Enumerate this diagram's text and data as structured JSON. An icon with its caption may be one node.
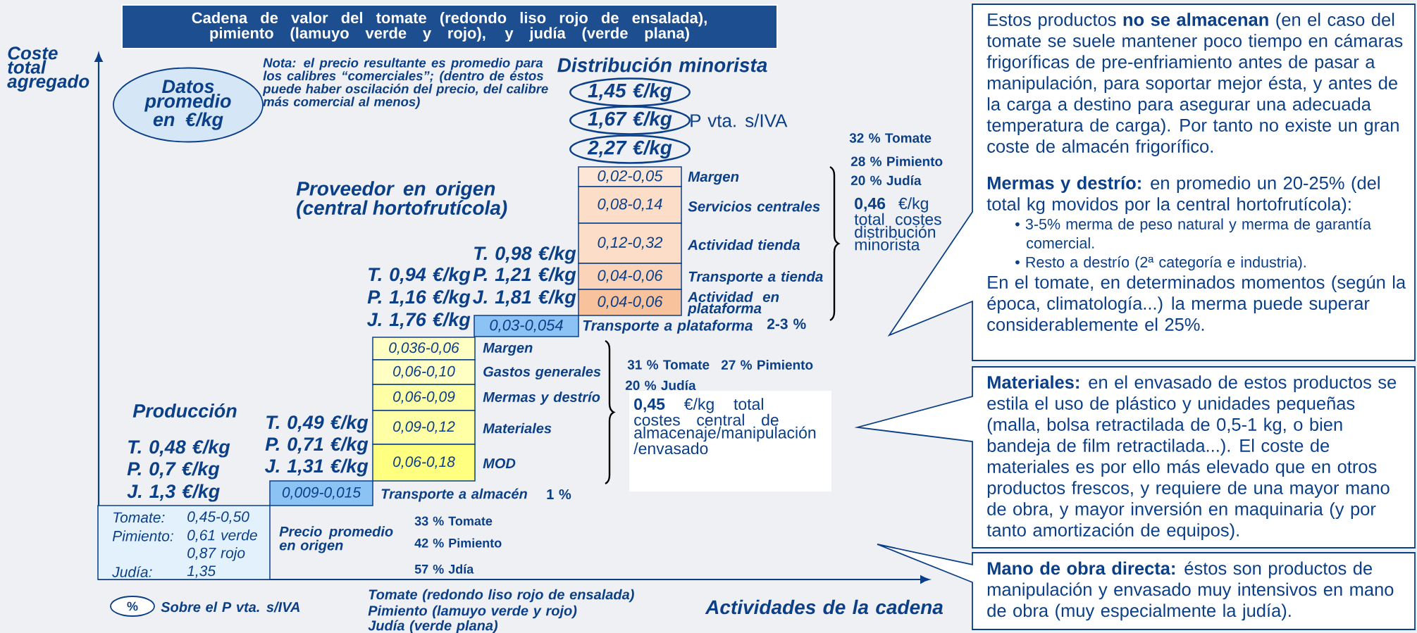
{
  "diagram": {
    "title": "Cadena de valor del tomate (redondo liso rojo de ensalada), pimiento (lamuyo verde y rojo), y judía (verde plana)",
    "nodes": [
      {
        "text": [
          "Datos promedio en €/kg"
        ]
      },
      {
        "text": [
          "1,45 €/kg"
        ]
      },
      {
        "text": [
          "1,67 €/kg"
        ],
        "beside": [
          "P vta. s/IVA"
        ]
      },
      {
        "text": [
          "2,27 €/kg"
        ]
      },
      {
        "text": [
          "0,02-0,05"
        ],
        "beside": [
          "Margen"
        ]
      },
      {
        "text": [
          "0,08-0,14"
        ],
        "beside": [
          "Servicios centrales"
        ]
      },
      {
        "text": [
          "0,12-0,32"
        ],
        "beside": [
          "Actividad tienda"
        ]
      },
      {
        "text": [
          "0,04-0,06"
        ],
        "beside": [
          "Transporte a tienda"
        ]
      },
      {
        "text": [
          "0,04-0,06"
        ],
        "beside": [
          "Actividad en plataforma"
        ]
      },
      {
        "text": [
          "0,03-0,054"
        ],
        "beside": [
          "Transporte a plataforma",
          "2-3 %"
        ]
      },
      {
        "text": [
          "0,036-0,06"
        ],
        "beside": [
          "Margen"
        ]
      },
      {
        "text": [
          "0,06-0,10"
        ],
        "beside": [
          "Gastos generales"
        ]
      },
      {
        "text": [
          "0,06-0,09"
        ],
        "beside": [
          "Mermas y destrío"
        ]
      },
      {
        "text": [
          "0,09-0,12"
        ],
        "beside": [
          "Materiales"
        ]
      },
      {
        "text": [
          "0,06-0,18"
        ],
        "beside": [
          "MOD"
        ]
      },
      {
        "text": [
          "0,009-0,015"
        ],
        "beside": [
          "Transporte a almacén",
          "1 %"
        ]
      },
      {
        "text": [
          "Tomate:",
          "0,45-0,50",
          "Pimiento:",
          "0,61 verde",
          "0,87 rojo",
          "Judía:",
          "1,35"
        ]
      },
      {
        "text": [
          "**0,45** €/kg total costes central de almacenaje/manipulación /envasado"
        ]
      },
      {
        "text": [
          "%"
        ],
        "beside": [
          "Sobre el P vta. s/IVA"
        ]
      },
      {
        "text": [
          "Estos productos **no se almacenan** (en el caso del tomate se suele mantener poco tiempo en cámaras frigoríficas de pre-enfriamiento antes de pasar a manipulación, para soportar mejor ésta, y antes de la carga a destino para asegurar una adecuada temperatura de carga). Por tanto no existe un gran coste de almacén frigorífico.",
          "**Mermas y destrío:** en promedio un 20-25% (del total kg movidos por la central hortofrutícola):",
          "• 3-5% merma de peso natural y merma de garantía comercial.",
          "• Resto a destrío (2ª categoría e industria).",
          "En el tomate, en determinados momentos (según la época, climatología...) la merma puede superar considerablemente el 25%."
        ]
      },
      {
        "text": [
          "**Materiales:** en el envasado de estos productos se estila el uso de plástico y unidades pequeñas (malla, bolsa retractilada de 0,5-1 kg, o bien bandeja de film retractilada...). El coste de materiales es por ello más elevado que en otros productos frescos, y requiere de una mayor mano de obra, y mayor inversión en maquinaria (y por tanto amortización de equipos)."
        ]
      },
      {
        "text": [
          "**Mano de obra directa:** éstos son productos de manipulación y envasado muy intensivos en mano de obra (muy especialmente la judía)."
        ]
      }
    ],
    "labels": [
      "Coste total agregado",
      "Nota: el precio resultante es promedio para los calibres “comerciales”; (dentro de éstos puede haber oscilación del precio, del calibre más comercial al menos)",
      "Distribución minorista",
      "Proveedor en origen (central hortofrutícola)",
      "32 % Tomate",
      "28 % Pimiento",
      "20 % Judía",
      "**0,46** €/kg total costes distribución minorista",
      "T. 0,98 €/kg",
      "T. 0,94 €/kg",
      "P. 1,21 €/kg",
      "P. 1,16 €/kg",
      "J. 1,81 €/kg",
      "J. 1,76 €/kg",
      "31 % Tomate",
      "27 % Pimiento",
      "20 % Judía",
      "Producción",
      "T. 0,49 €/kg",
      "P. 0,71 €/kg",
      "J. 1,31 €/kg",
      "T. 0,48 €/kg",
      "P. 0,7 €/kg",
      "J. 1,3 €/kg",
      "Precio promedio en origen",
      "33 % Tomate",
      "42 % Pimiento",
      "57 % Jdía",
      "Tomate (redondo liso rojo de ensalada)",
      "Pimiento (lamuyo verde y rojo)",
      "Judía (verde plana)",
      "Actividades de la cadena"
    ]
  }
}
